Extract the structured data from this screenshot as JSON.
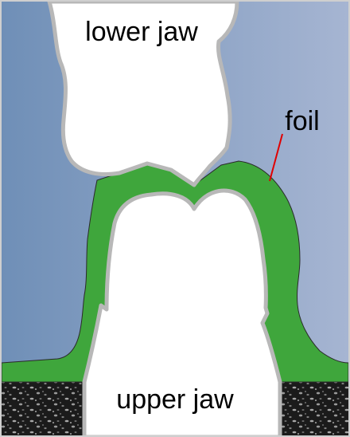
{
  "labels": {
    "lower_jaw": "lower jaw",
    "upper_jaw": "upper jaw",
    "foil": "foil"
  },
  "colors": {
    "background_left": "#6f8fb7",
    "background_right": "#a6b5d2",
    "foil": "#3fa63c",
    "tooth": "#ffffff",
    "tooth_outline": "#b8b8b8",
    "bone": "#1e1e1e",
    "leader_line": "#e00000",
    "frame": "#cfcfcf"
  }
}
